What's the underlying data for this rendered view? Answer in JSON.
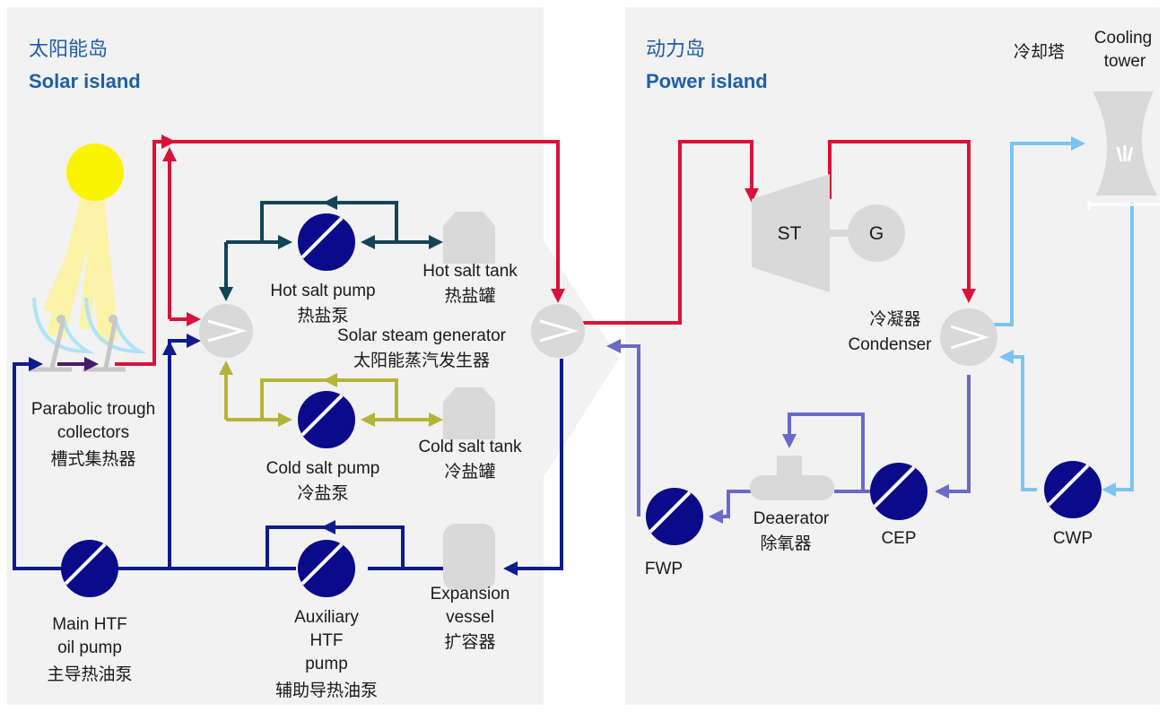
{
  "solar_island": {
    "title_cn": "太阳能岛",
    "title_en": "Solar island"
  },
  "power_island": {
    "title_cn": "动力岛",
    "title_en": "Power island"
  },
  "labels": {
    "collectors_en_1": "Parabolic trough",
    "collectors_en_2": "collectors",
    "collectors_cn": "槽式集热器",
    "hot_pump_en": "Hot salt pump",
    "hot_pump_cn": "热盐泵",
    "hot_tank_en": "Hot salt tank",
    "hot_tank_cn": "热盐罐",
    "cold_pump_en": "Cold salt pump",
    "cold_pump_cn": "冷盐泵",
    "cold_tank_en": "Cold salt tank",
    "cold_tank_cn": "冷盐罐",
    "ssg_en": "Solar steam generator",
    "ssg_cn": "太阳能蒸汽发生器",
    "main_pump_en_1": "Main HTF",
    "main_pump_en_2": "oil pump",
    "main_pump_cn": "主导热油泵",
    "aux_pump_en_1": "Auxiliary",
    "aux_pump_en_2": "HTF",
    "aux_pump_en_3": "pump",
    "aux_pump_cn": "辅助导热油泵",
    "expansion_en_1": "Expansion",
    "expansion_en_2": "vessel",
    "expansion_cn": "扩容器",
    "st": "ST",
    "g": "G",
    "condenser_cn": "冷凝器",
    "condenser_en": "Condenser",
    "cooling_tower_cn": "冷却塔",
    "cooling_tower_en_1": "Cooling",
    "cooling_tower_en_2": "tower",
    "deaerator_en": "Deaerator",
    "deaerator_cn": "除氧器",
    "fwp": "FWP",
    "cep": "CEP",
    "cwp": "CWP"
  },
  "colors": {
    "panel": "#f2f2f2",
    "hot_htf": "#d9123a",
    "cold_htf": "#0d1b8c",
    "pump": "#0a0a8a",
    "hot_salt": "#124456",
    "cold_salt": "#b5b43a",
    "feedwater": "#6a6ac8",
    "cooling_water": "#7cc4f2",
    "equipment": "#d9d9d9",
    "sun": "#fbf400",
    "title": "#1f5ea8"
  }
}
